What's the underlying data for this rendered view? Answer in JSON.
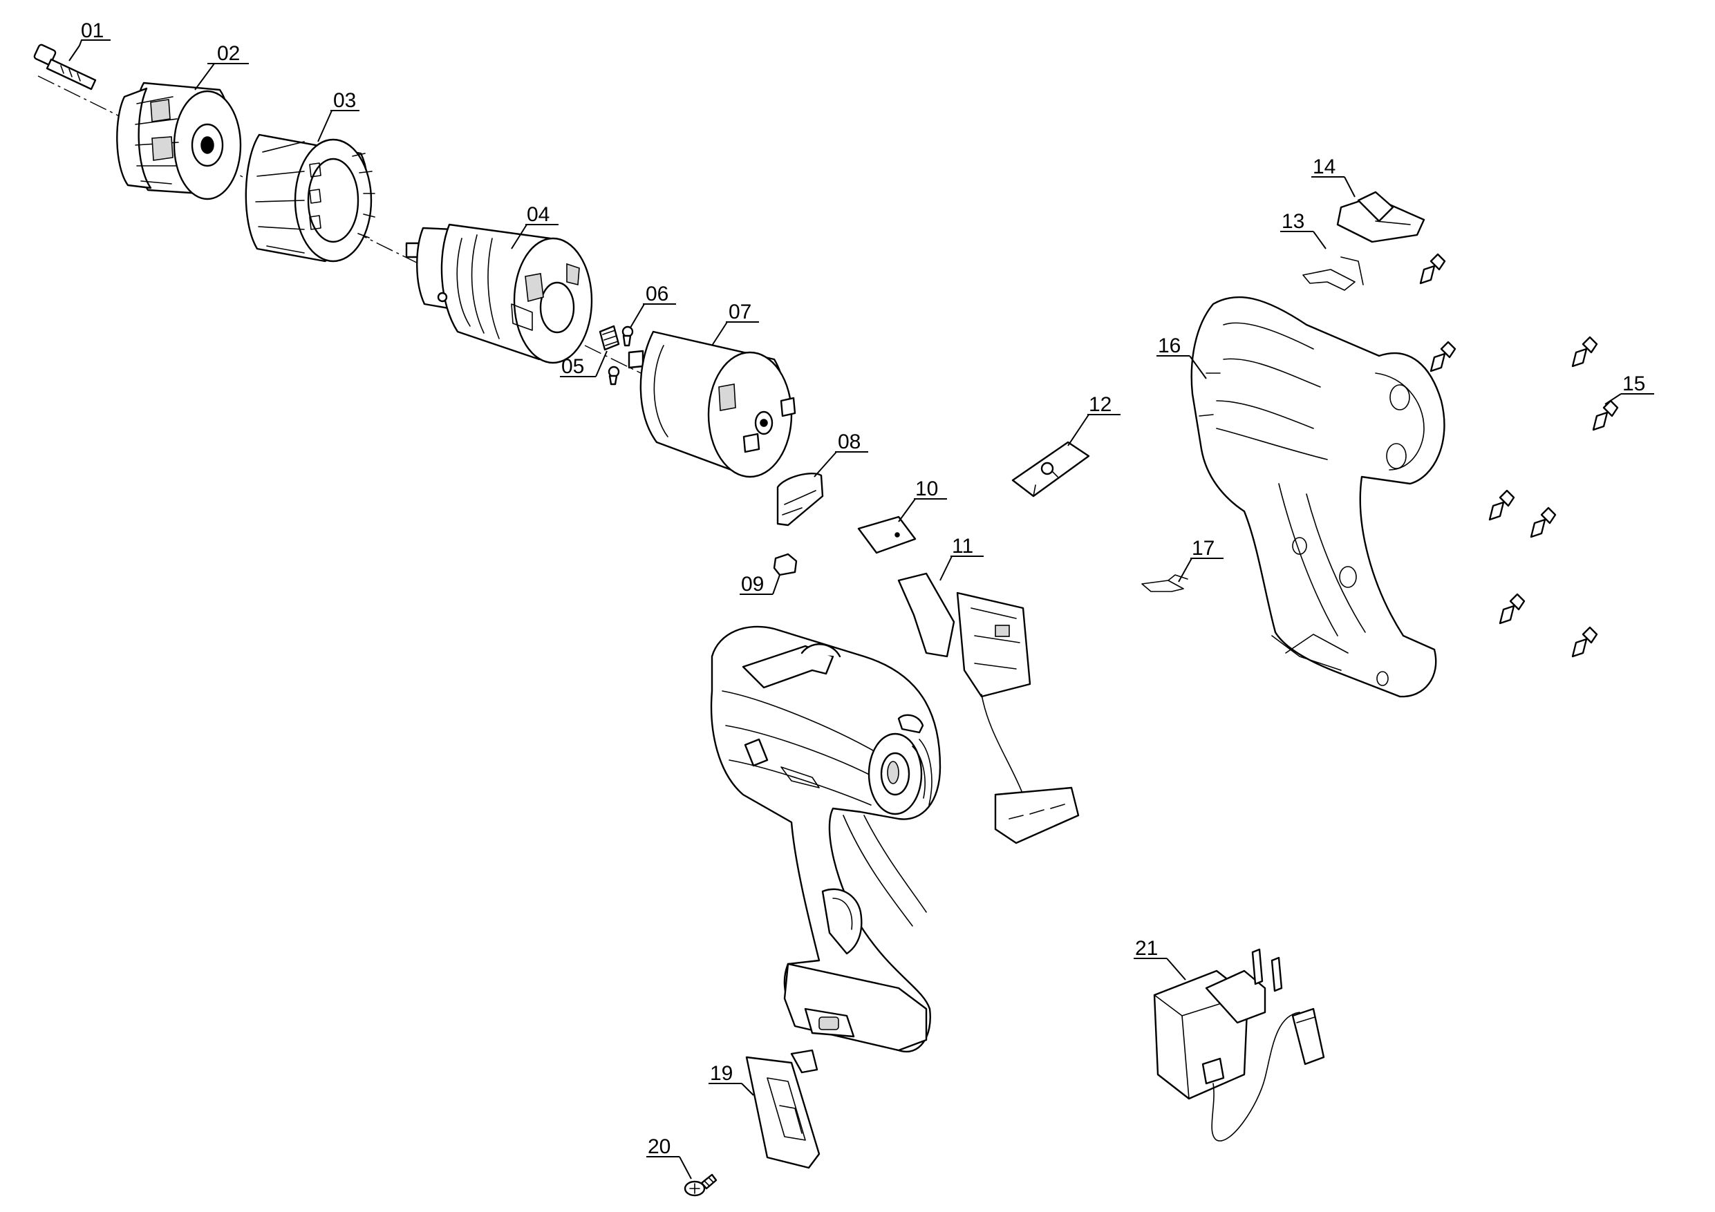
{
  "diagram": {
    "type": "exploded-parts-view",
    "parts": [
      {
        "number": "01"
      },
      {
        "number": "02"
      },
      {
        "number": "03"
      },
      {
        "number": "04"
      },
      {
        "number": "05"
      },
      {
        "number": "06"
      },
      {
        "number": "07"
      },
      {
        "number": "08"
      },
      {
        "number": "09"
      },
      {
        "number": "10"
      },
      {
        "number": "11"
      },
      {
        "number": "12"
      },
      {
        "number": "13"
      },
      {
        "number": "14"
      },
      {
        "number": "15"
      },
      {
        "number": "16"
      },
      {
        "number": "17"
      },
      {
        "number": "19"
      },
      {
        "number": "20"
      },
      {
        "number": "21"
      }
    ]
  }
}
